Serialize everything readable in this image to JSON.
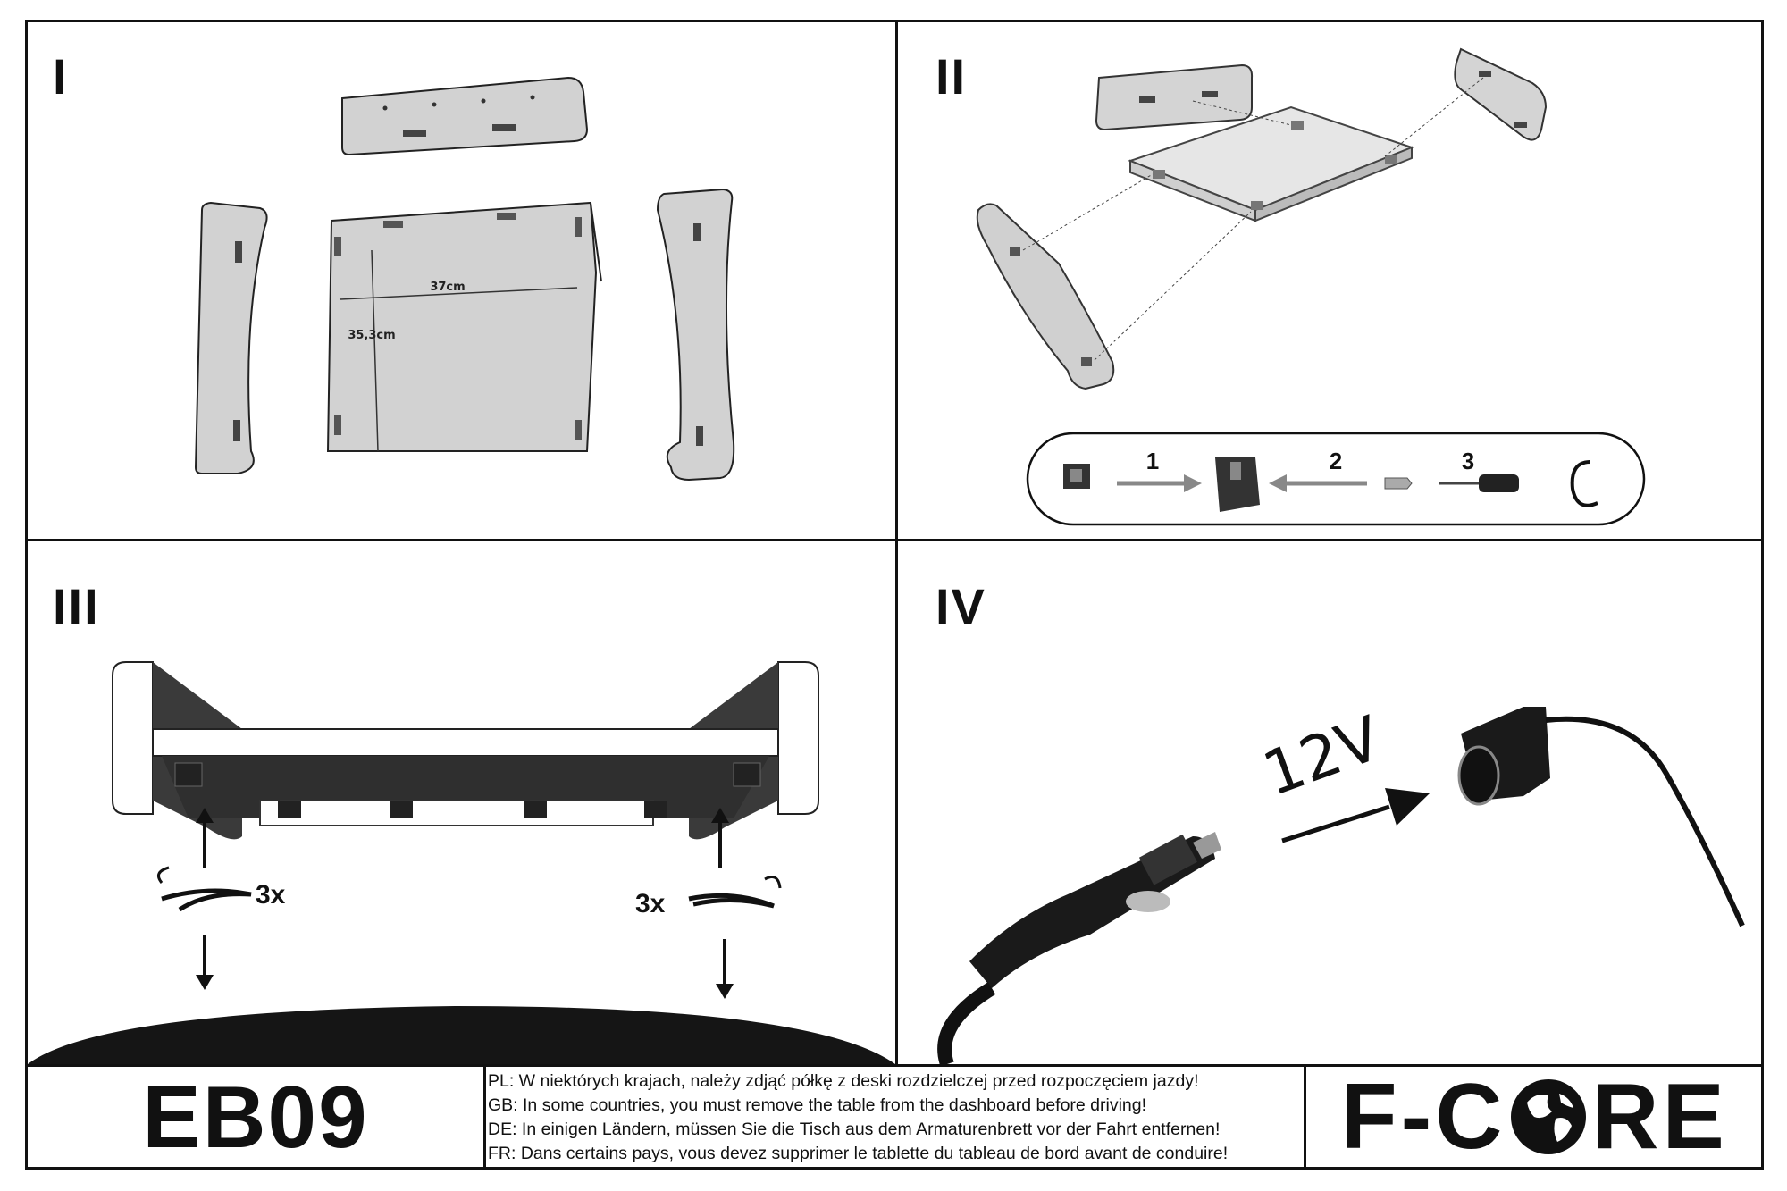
{
  "panels": {
    "p1": {
      "numeral": "I",
      "dim_width": "37cm",
      "dim_height": "35,3cm"
    },
    "p2": {
      "numeral": "II",
      "steps": [
        "1",
        "2",
        "3"
      ]
    },
    "p3": {
      "numeral": "III",
      "turns_left": "3x",
      "turns_right": "3x"
    },
    "p4": {
      "numeral": "IV",
      "voltage": "12V"
    }
  },
  "footer": {
    "model": "EB09",
    "warnings": [
      "PL: W niektórych krajach, należy zdjąć półkę z deski rozdzielczej przed rozpoczęciem jazdy!",
      "GB: In some countries, you must remove the table from the dashboard before driving!",
      "DE: In einigen Ländern, müssen Sie die Tisch aus dem Armaturenbrett vor der Fahrt entfernen!",
      "FR: Dans certains pays, vous devez supprimer le tablette du tableau de bord avant de conduire!"
    ],
    "brand_left": "F-C",
    "brand_right": "RE",
    "brand_o_icon": "globe-icon"
  },
  "colors": {
    "line": "#111111",
    "panel_fill": "#d0d0d0",
    "dark": "#2a2a2a"
  }
}
